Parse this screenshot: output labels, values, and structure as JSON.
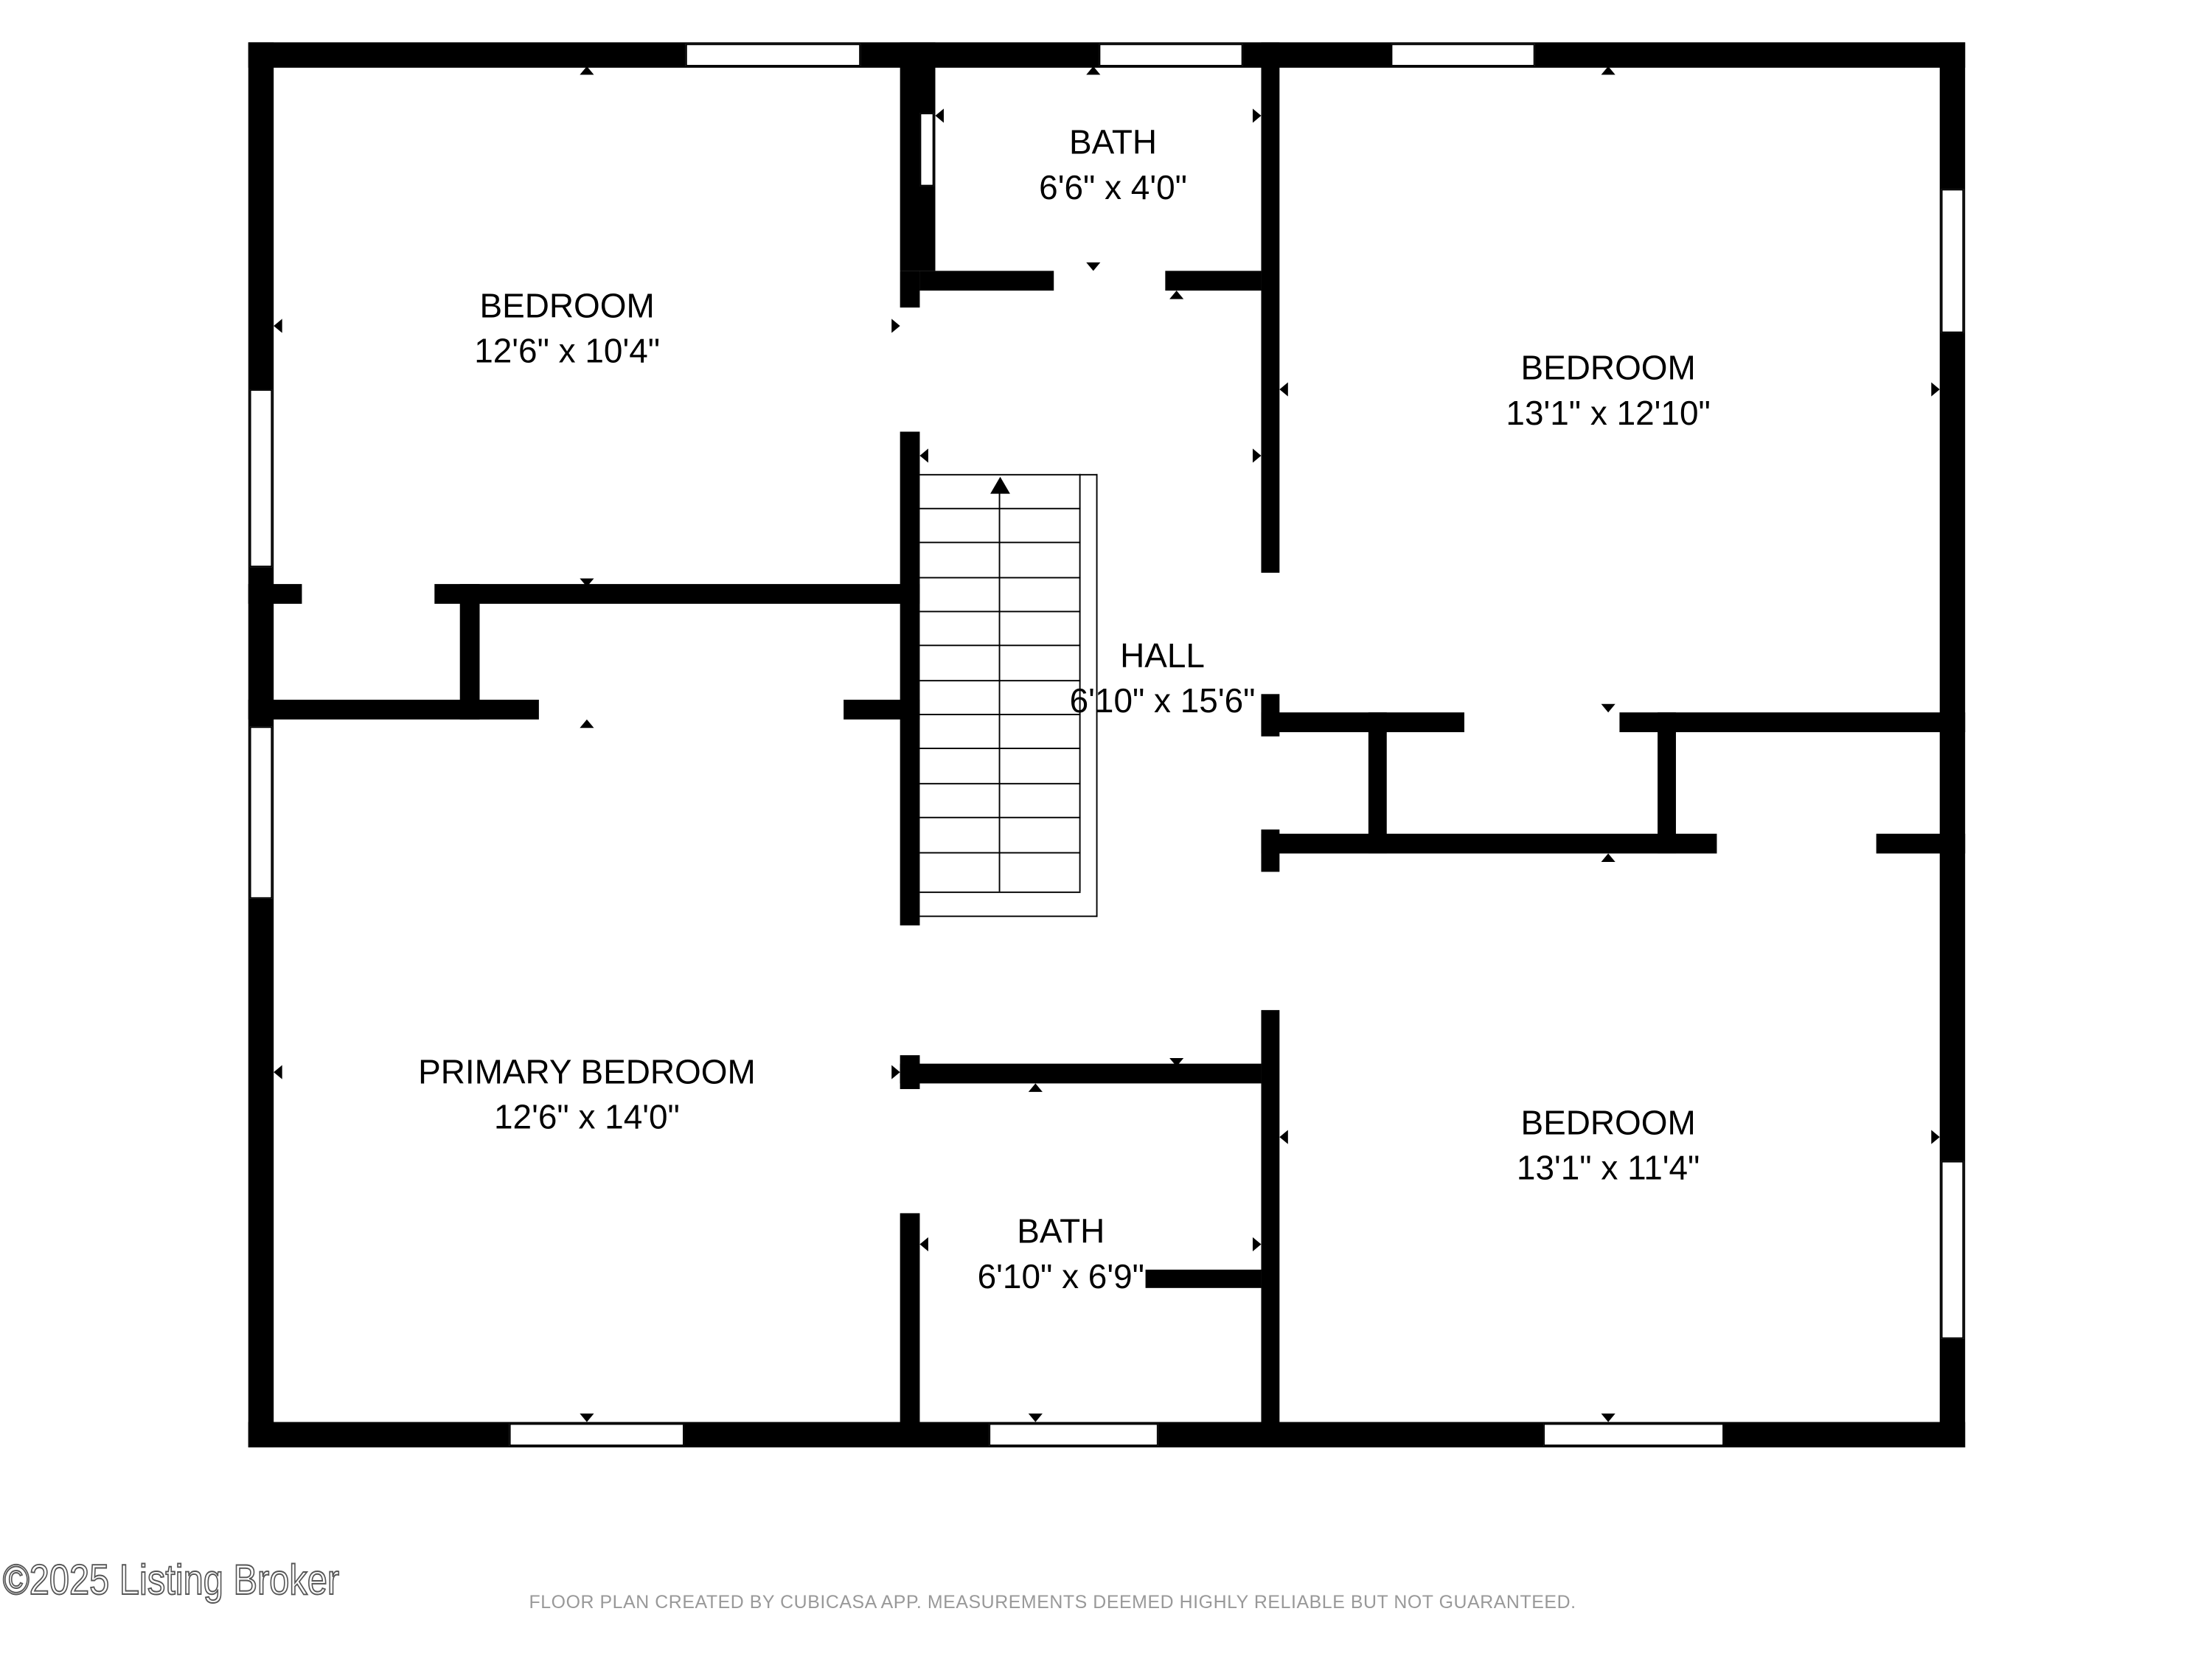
{
  "floor_plan": {
    "rooms": [
      {
        "name": "BEDROOM",
        "dims": "12'6\" x 10'4\""
      },
      {
        "name": "BATH",
        "dims": "6'6\" x 4'0\""
      },
      {
        "name": "BEDROOM",
        "dims": "13'1\" x 12'10\""
      },
      {
        "name": "HALL",
        "dims": "6'10\" x 15'6\""
      },
      {
        "name": "PRIMARY BEDROOM",
        "dims": "12'6\" x 14'0\""
      },
      {
        "name": "BATH",
        "dims": "6'10\" x 6'9\""
      },
      {
        "name": "BEDROOM",
        "dims": "13'1\" x 11'4\""
      }
    ],
    "wall_color": "#000000",
    "background_color": "#ffffff"
  },
  "footer": {
    "copyright": "©2025 Listing Broker",
    "disclaimer": "FLOOR PLAN CREATED BY CUBICASA APP. MEASUREMENTS DEEMED HIGHLY RELIABLE BUT NOT GUARANTEED."
  }
}
